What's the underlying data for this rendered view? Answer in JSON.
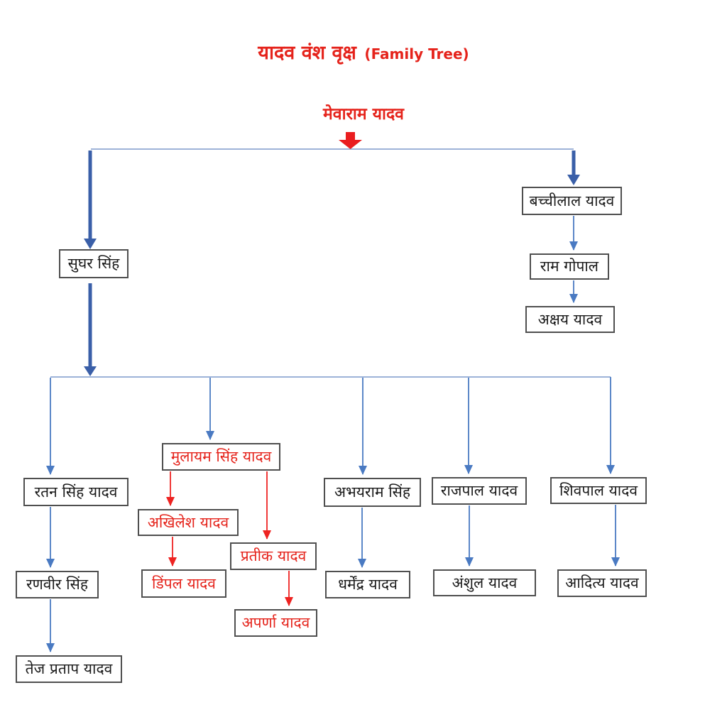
{
  "title": {
    "hindi": "यादव वंश वृक्ष",
    "english": "(Family Tree)"
  },
  "root": {
    "label": "मेवाराम यादव"
  },
  "nodes": {
    "sughar": {
      "label": "सुघर सिंह"
    },
    "bachchilal": {
      "label": "बच्चीलाल यादव"
    },
    "ramgopal": {
      "label": "राम गोपाल"
    },
    "akshay": {
      "label": "अक्षय यादव"
    },
    "ratan": {
      "label": "रतन सिंह यादव"
    },
    "ranvir": {
      "label": "रणवीर सिंह"
    },
    "tejpratap": {
      "label": "तेज प्रताप यादव"
    },
    "mulayam": {
      "label": "मुलायम सिंह यादव"
    },
    "akhilesh": {
      "label": "अखिलेश यादव"
    },
    "dimple": {
      "label": "डिंपल यादव"
    },
    "prateek": {
      "label": "प्रतीक यादव"
    },
    "aparna": {
      "label": "अपर्णा यादव"
    },
    "abhayram": {
      "label": "अभयराम सिंह"
    },
    "dharmendra": {
      "label": "धर्मेंद्र यादव"
    },
    "rajpal": {
      "label": "राजपाल यादव"
    },
    "anshul": {
      "label": "अंशुल यादव"
    },
    "shivpal": {
      "label": "शिवपाल यादव"
    },
    "aditya": {
      "label": "आदित्य यादव"
    }
  },
  "edges": [
    {
      "from": "मेवाराम यादव",
      "to": "सुघर सिंह",
      "style": "thick-blue"
    },
    {
      "from": "मेवाराम यादव",
      "to": "बच्चीलाल यादव",
      "style": "thick-blue"
    },
    {
      "from": "बच्चीलाल यादव",
      "to": "राम गोपाल",
      "style": "thin-blue"
    },
    {
      "from": "राम गोपाल",
      "to": "अक्षय यादव",
      "style": "thin-blue"
    },
    {
      "from": "सुघर सिंह",
      "to": "रतन सिंह यादव",
      "style": "thin-blue"
    },
    {
      "from": "सुघर सिंह",
      "to": "मुलायम सिंह यादव",
      "style": "thin-blue"
    },
    {
      "from": "सुघर सिंह",
      "to": "अभयराम सिंह",
      "style": "thin-blue"
    },
    {
      "from": "सुघर सिंह",
      "to": "राजपाल यादव",
      "style": "thin-blue"
    },
    {
      "from": "सुघर सिंह",
      "to": "शिवपाल यादव",
      "style": "thin-blue"
    },
    {
      "from": "रतन सिंह यादव",
      "to": "रणवीर सिंह",
      "style": "thin-blue"
    },
    {
      "from": "रणवीर सिंह",
      "to": "तेज प्रताप यादव",
      "style": "thin-blue"
    },
    {
      "from": "मुलायम सिंह यादव",
      "to": "अखिलेश यादव",
      "style": "red"
    },
    {
      "from": "अखिलेश यादव",
      "to": "डिंपल यादव",
      "style": "red"
    },
    {
      "from": "मुलायम सिंह यादव",
      "to": "प्रतीक यादव",
      "style": "red"
    },
    {
      "from": "प्रतीक यादव",
      "to": "अपर्णा यादव",
      "style": "red"
    },
    {
      "from": "अभयराम सिंह",
      "to": "धर्मेंद्र यादव",
      "style": "thin-blue"
    },
    {
      "from": "राजपाल यादव",
      "to": "अंशुल यादव",
      "style": "thin-blue"
    },
    {
      "from": "शिवपाल यादव",
      "to": "आदित्य यादव",
      "style": "thin-blue"
    }
  ],
  "colors": {
    "title_red": "#e5231b",
    "red_branch": "#ee2321",
    "thick_arrow_blue": "#3a5fa8",
    "thin_arrow_blue": "#4a7ac2",
    "connector_light_blue": "#9db3d8",
    "box_border": "#4f4f4f",
    "node_text": "#1a1a1a",
    "background": "#ffffff"
  }
}
